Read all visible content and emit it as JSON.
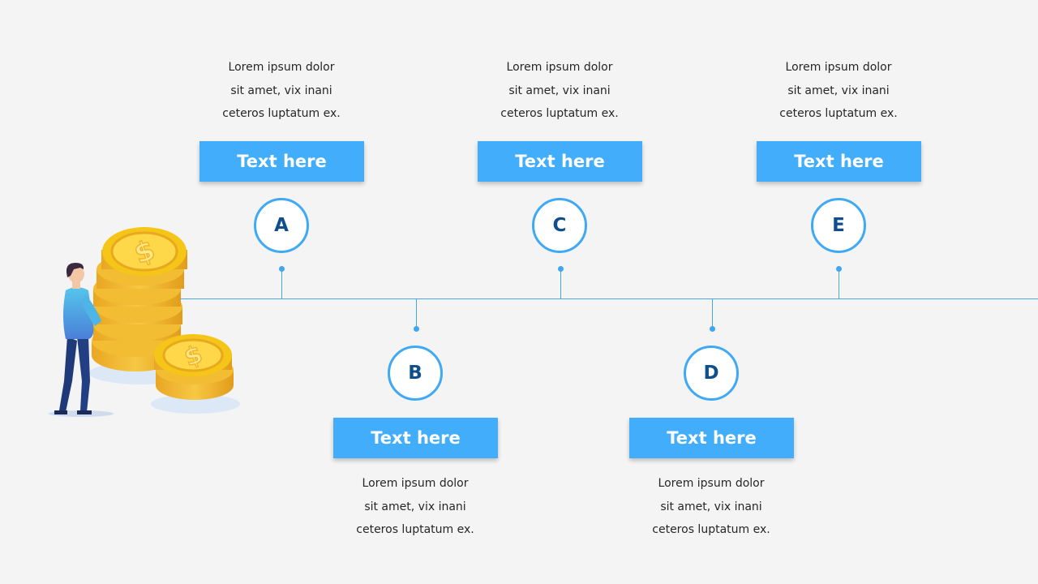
{
  "colors": {
    "background": "#f4f4f4",
    "line": "#49a7e6",
    "box": "#42aefb",
    "circle_border": "#3fa9f5",
    "letter": "#0e4f8c",
    "coin": "#f5c518"
  },
  "illustration": {
    "subject": "person-with-coin-stacks",
    "coin_symbol": "$"
  },
  "milestones": [
    {
      "letter": "A",
      "title": "Text here",
      "lines": [
        "Lorem ipsum dolor",
        "sit amet, vix inani",
        "ceteros luptatum ex."
      ]
    },
    {
      "letter": "B",
      "title": "Text here",
      "lines": [
        "Lorem ipsum dolor",
        "sit amet, vix inani",
        "ceteros luptatum ex."
      ]
    },
    {
      "letter": "C",
      "title": "Text here",
      "lines": [
        "Lorem ipsum dolor",
        "sit amet, vix inani",
        "ceteros luptatum ex."
      ]
    },
    {
      "letter": "D",
      "title": "Text here",
      "lines": [
        "Lorem ipsum dolor",
        "sit amet, vix inani",
        "ceteros luptatum ex."
      ]
    },
    {
      "letter": "E",
      "title": "Text here",
      "lines": [
        "Lorem ipsum dolor",
        "sit amet, vix inani",
        "ceteros luptatum ex."
      ]
    }
  ]
}
